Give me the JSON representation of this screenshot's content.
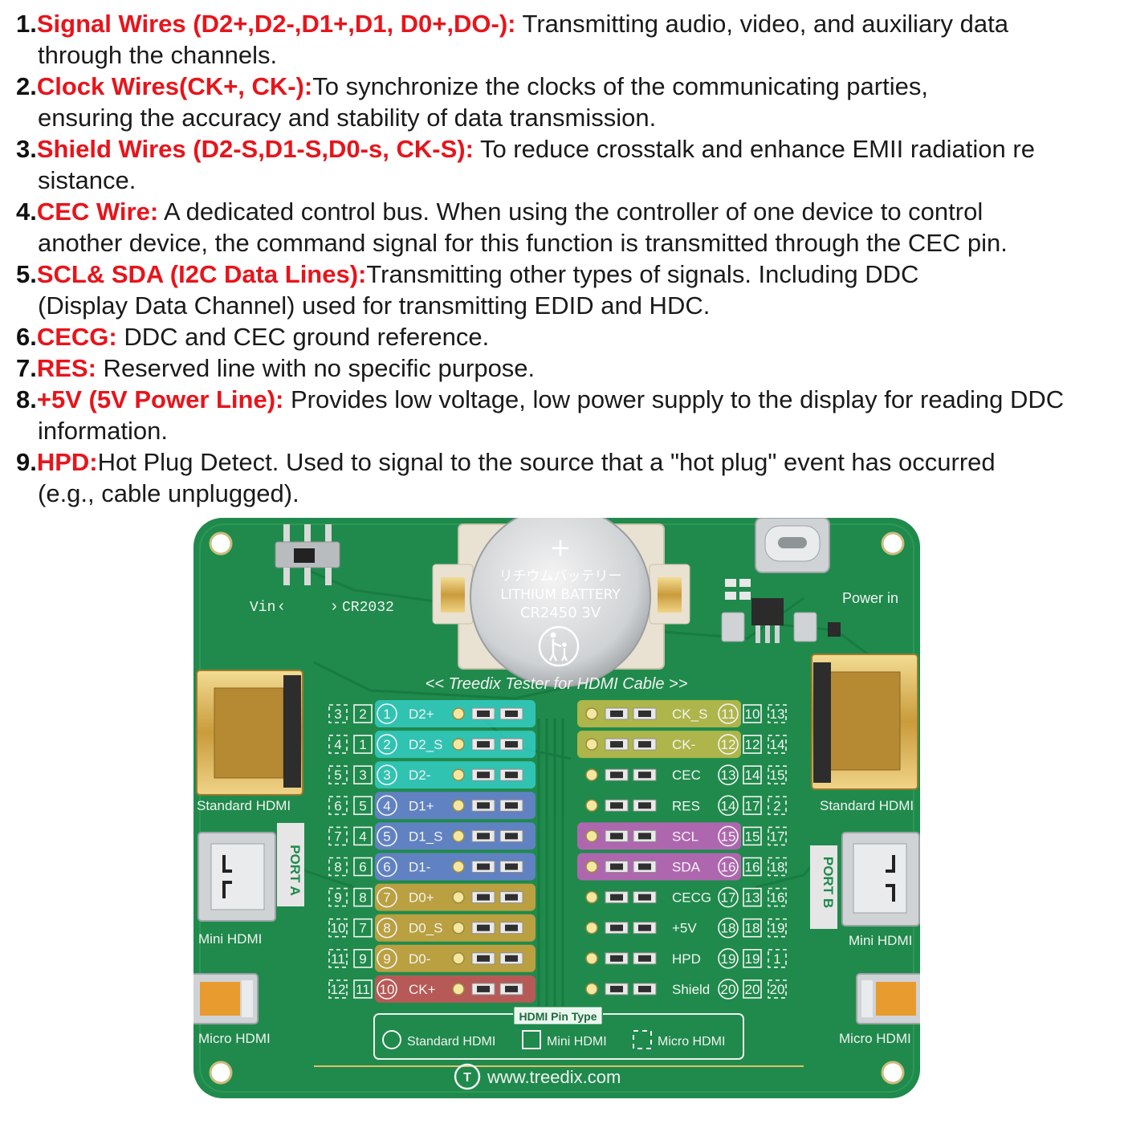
{
  "notes": [
    {
      "num": "1.",
      "term": "Signal Wires (D2+,D2-,D1+,D1, D0+,DO-):",
      "first": " Transmitting audio, video, and auxiliary data",
      "cont": "through the channels."
    },
    {
      "num": "2.",
      "term": "Clock Wires(CK+, CK-):",
      "first": "To synchronize the clocks of the communicating parties,",
      "cont": "ensuring the accuracy and stability of data transmission."
    },
    {
      "num": "3.",
      "term": "Shield Wires (D2-S,D1-S,D0-s, CK-S):",
      "first": " To reduce crosstalk and enhance EMII radiation re",
      "cont": "sistance."
    },
    {
      "num": "4.",
      "term": "CEC Wire:",
      "first": " A dedicated control bus. When using the controller of one device to control",
      "cont": "another device, the command signal for this function is transmitted through the CEC pin."
    },
    {
      "num": "5.",
      "term": "SCL& SDA (I2C Data Lines):",
      "first": "Transmitting other types of signals. Including DDC",
      "cont": "(Display Data Channel) used for transmitting EDID and HDC."
    },
    {
      "num": "6.",
      "term": "CECG:",
      "first": " DDC and CEC ground reference.",
      "cont": ""
    },
    {
      "num": "7.",
      "term": "RES:",
      "first": " Reserved line with no specific purpose.",
      "cont": ""
    },
    {
      "num": "8.",
      "term": "+5V (5V Power Line):",
      "first": " Provides low voltage, low power supply to the display for reading DDC",
      "cont": "information."
    },
    {
      "num": "9.",
      "term": "HPD:",
      "first": "Hot Plug Detect. Used to signal to the source that a \"hot plug\" event has occurred",
      "cont": "(e.g., cable unplugged)."
    }
  ],
  "board": {
    "title": "<< Treedix Tester for HDMI Cable >>",
    "vin": "Vin",
    "cr2032": "CR2032",
    "power_in": "Power in",
    "port_a": "PORT A",
    "port_b": "PORT B",
    "battery_jp": "リチウムバッテリー",
    "battery_line1": "LITHIUM BATTERY",
    "battery_line2": "CR2450  3V",
    "standard_hdmi_l": "Standard HDMI",
    "mini_hdmi_l": "Mini HDMI",
    "micro_hdmi_l": "Micro HDMI",
    "standard_hdmi_r": "Standard HDMI",
    "mini_hdmi_r": "Mini HDMI",
    "micro_hdmi_r": "Micro HDMI",
    "legend_title": "HDMI Pin Type",
    "legend_standard": "Standard HDMI",
    "legend_mini": "Mini HDMI",
    "legend_micro": "Micro HDMI",
    "website": "www.treedix.com",
    "colors": {
      "pcb": "#1f8a4c",
      "cyan": "#38d9d9",
      "blue": "#7b7ff0",
      "orange": "#f6a93b",
      "red": "#f2465a",
      "yellow": "#e6c64a",
      "magenta": "#e65ad6"
    },
    "left_pins": [
      {
        "micro": "3",
        "mini": "2",
        "std": "1",
        "name": "D2+",
        "color": "cyan"
      },
      {
        "micro": "4",
        "mini": "1",
        "std": "2",
        "name": "D2_S",
        "color": "cyan"
      },
      {
        "micro": "5",
        "mini": "3",
        "std": "3",
        "name": "D2-",
        "color": "cyan"
      },
      {
        "micro": "6",
        "mini": "5",
        "std": "4",
        "name": "D1+",
        "color": "blue"
      },
      {
        "micro": "7",
        "mini": "4",
        "std": "5",
        "name": "D1_S",
        "color": "blue"
      },
      {
        "micro": "8",
        "mini": "6",
        "std": "6",
        "name": "D1-",
        "color": "blue"
      },
      {
        "micro": "9",
        "mini": "8",
        "std": "7",
        "name": "D0+",
        "color": "orange"
      },
      {
        "micro": "10",
        "mini": "7",
        "std": "8",
        "name": "D0_S",
        "color": "orange"
      },
      {
        "micro": "11",
        "mini": "9",
        "std": "9",
        "name": "D0-",
        "color": "orange"
      },
      {
        "micro": "12",
        "mini": "11",
        "std": "10",
        "name": "CK+",
        "color": "red"
      }
    ],
    "right_pins": [
      {
        "name": "CK_S",
        "std": "11",
        "mini": "10",
        "micro": "13",
        "color": "yellow"
      },
      {
        "name": "CK-",
        "std": "12",
        "mini": "12",
        "micro": "14",
        "color": "yellow"
      },
      {
        "name": "CEC",
        "std": "13",
        "mini": "14",
        "micro": "15",
        "color": ""
      },
      {
        "name": "RES",
        "std": "14",
        "mini": "17",
        "micro": "2",
        "color": ""
      },
      {
        "name": "SCL",
        "std": "15",
        "mini": "15",
        "micro": "17",
        "color": "magenta"
      },
      {
        "name": "SDA",
        "std": "16",
        "mini": "16",
        "micro": "18",
        "color": "magenta"
      },
      {
        "name": "CECG",
        "std": "17",
        "mini": "13",
        "micro": "16",
        "color": ""
      },
      {
        "name": "+5V",
        "std": "18",
        "mini": "18",
        "micro": "19",
        "color": ""
      },
      {
        "name": "HPD",
        "std": "19",
        "mini": "19",
        "micro": "1",
        "color": ""
      },
      {
        "name": "Shield",
        "std": "20",
        "mini": "20",
        "micro": "20",
        "color": ""
      }
    ]
  }
}
